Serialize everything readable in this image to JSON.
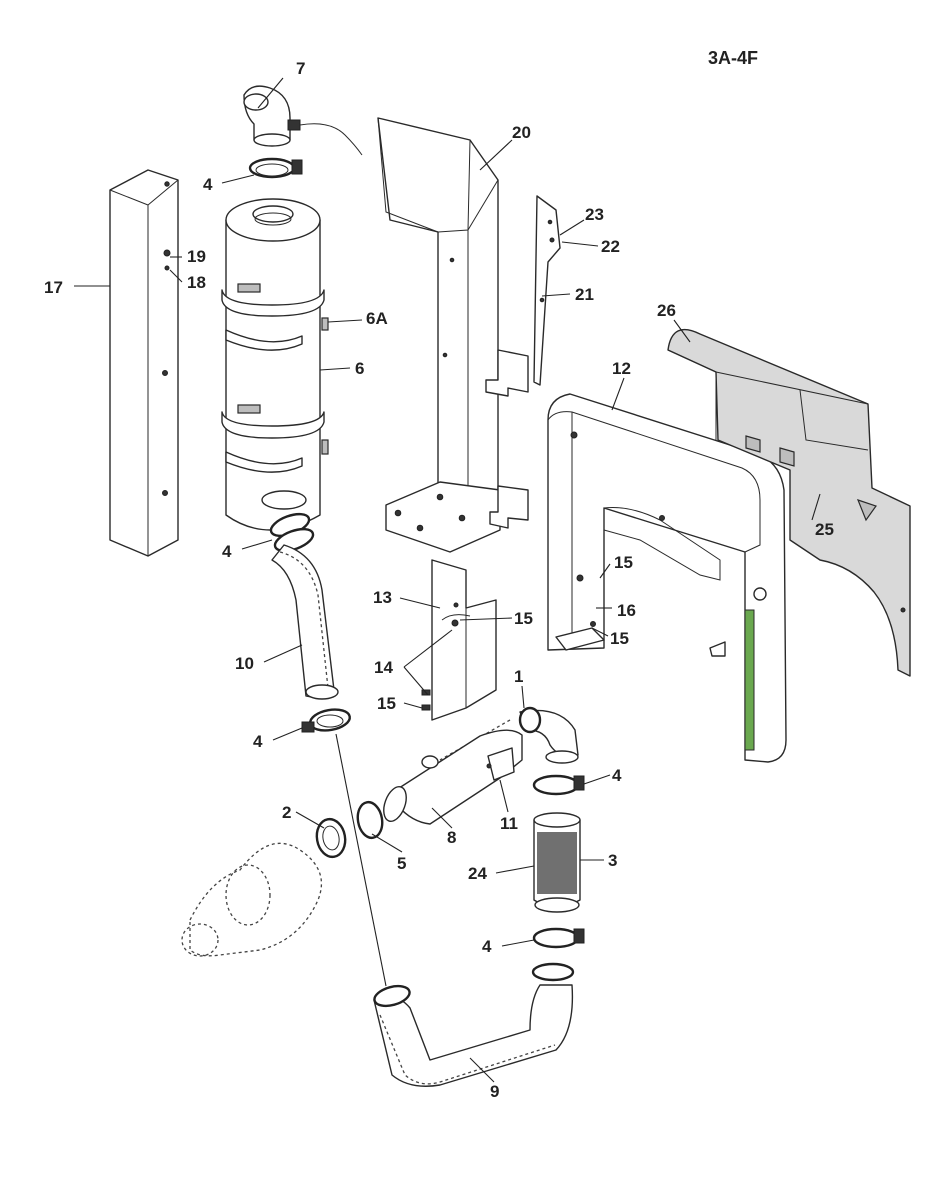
{
  "diagram_code": "3A-4F",
  "callouts": {
    "c1": "1",
    "c2": "2",
    "c3": "3",
    "c4a": "4",
    "c4b": "4",
    "c4c": "4",
    "c4d": "4",
    "c4e": "4",
    "c5": "5",
    "c6": "6",
    "c6a": "6A",
    "c7": "7",
    "c8": "8",
    "c9": "9",
    "c10": "10",
    "c11": "11",
    "c12": "12",
    "c13": "13",
    "c14": "14",
    "c15a": "15",
    "c15b": "15",
    "c15c": "15",
    "c15d": "15",
    "c16": "16",
    "c17": "17",
    "c18": "18",
    "c19": "19",
    "c20": "20",
    "c21": "21",
    "c22": "22",
    "c23": "23",
    "c24": "24",
    "c25": "25",
    "c26": "26"
  },
  "colors": {
    "line": "#2a2a2a",
    "shade": "#d9d9d9",
    "accent_strip": "#6aa84f"
  }
}
